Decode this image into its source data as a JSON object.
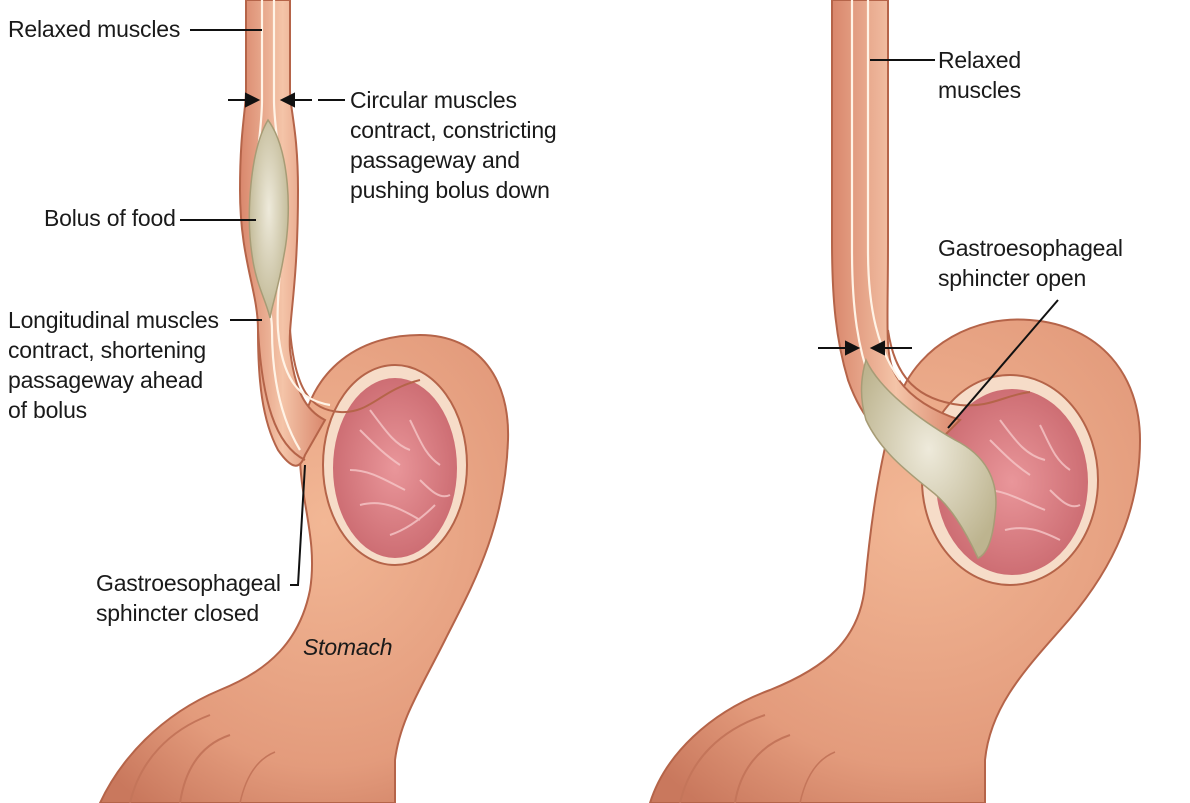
{
  "left_panel": {
    "relaxed_muscles": "Relaxed muscles",
    "circular_muscles": [
      "Circular muscles",
      "contract, constricting",
      "passageway and",
      "pushing bolus down"
    ],
    "bolus": "Bolus of food",
    "longitudinal": [
      "Longitudinal muscles",
      "contract, shortening",
      "passageway ahead",
      "of bolus"
    ],
    "sphincter_closed": [
      "Gastroesophageal",
      "sphincter closed"
    ],
    "stomach": "Stomach"
  },
  "right_panel": {
    "relaxed_muscles": [
      "Relaxed",
      "muscles"
    ],
    "sphincter_open": [
      "Gastroesophageal",
      "sphincter open"
    ]
  },
  "colors": {
    "stomach_fill": "#e8a484",
    "stomach_outline": "#b56449",
    "muscle_band": "#f2c2a8",
    "lumen_line": "#fff3e6",
    "bolus_fill": "#d9d2b4",
    "inner_pink": "#d7787a"
  }
}
